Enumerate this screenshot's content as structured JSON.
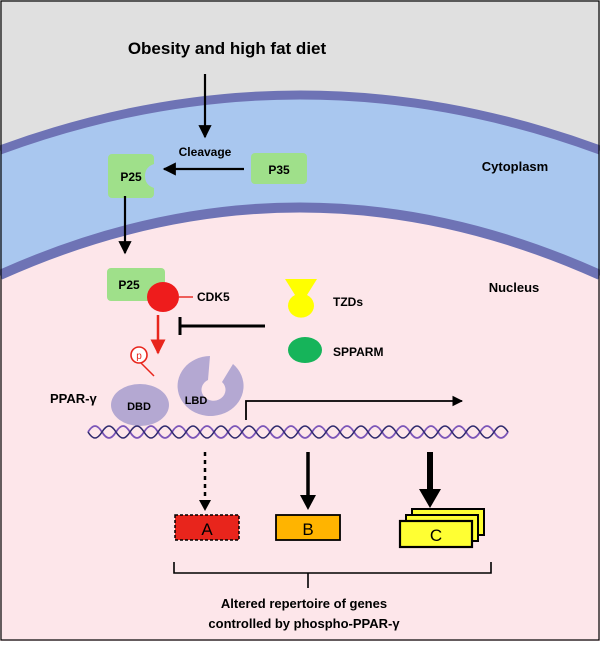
{
  "title": "Obesity and high fat diet",
  "labels": {
    "cleavage": "Cleavage",
    "cytoplasm": "Cytoplasm",
    "nucleus": "Nucleus",
    "p25_top": "P25",
    "p35": "P35",
    "p25_nucleus": "P25",
    "cdk5": "CDK5",
    "tzds": "TZDs",
    "spparm": "SPPARM",
    "phospho": "p",
    "pparg": "PPAR-γ",
    "dbd": "DBD",
    "lbd": "LBD"
  },
  "genes": {
    "a": "A",
    "b": "B",
    "c": "C"
  },
  "caption": {
    "line1": "Altered repertoire of genes",
    "line2": "controlled by phospho-PPAR-γ"
  },
  "colors": {
    "background_top": "#e0e0e0",
    "cytoplasm": "#a9c7ef",
    "membrane": "#6e73b5",
    "nucleus": "#fde6ea",
    "p_box": "#9fe08a",
    "cdk5": "#ee1c1c",
    "tzds": "#ffff00",
    "spparm": "#16b45a",
    "pparg": "#b4a8d2",
    "gene_a": "#e8251c",
    "gene_b": "#ffb400",
    "gene_c": "#ffff33"
  }
}
